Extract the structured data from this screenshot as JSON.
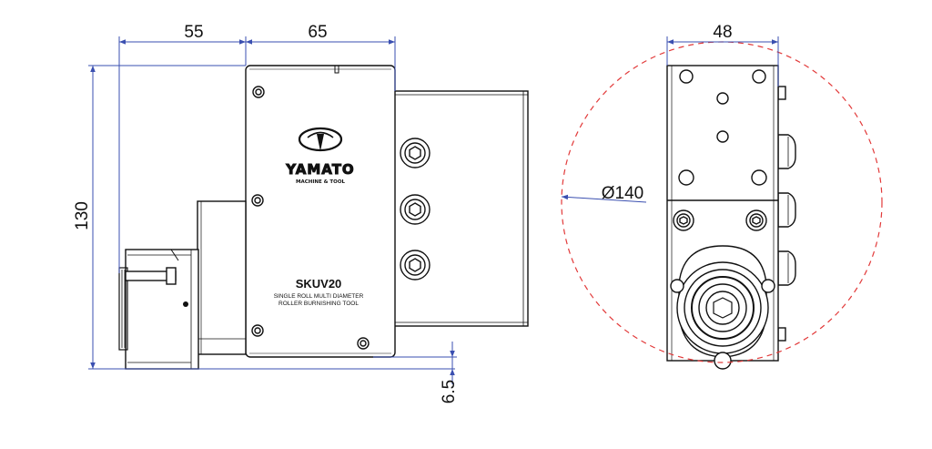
{
  "dimensions": {
    "width_left": "55",
    "width_mid": "65",
    "height": "130",
    "offset": "6.5",
    "side_width": "48",
    "diameter": "Ø140"
  },
  "brand": {
    "name": "YAMATO",
    "tagline": "MACHINE & TOOL"
  },
  "product": {
    "model": "SKUV20",
    "desc_line1": "SINGLE ROLL MULTI DIAMETER",
    "desc_line2": "ROLLER BURNISHING TOOL"
  },
  "colors": {
    "line": "#111111",
    "dimension": "#3a4fb0",
    "circle": "#e23a3a"
  }
}
